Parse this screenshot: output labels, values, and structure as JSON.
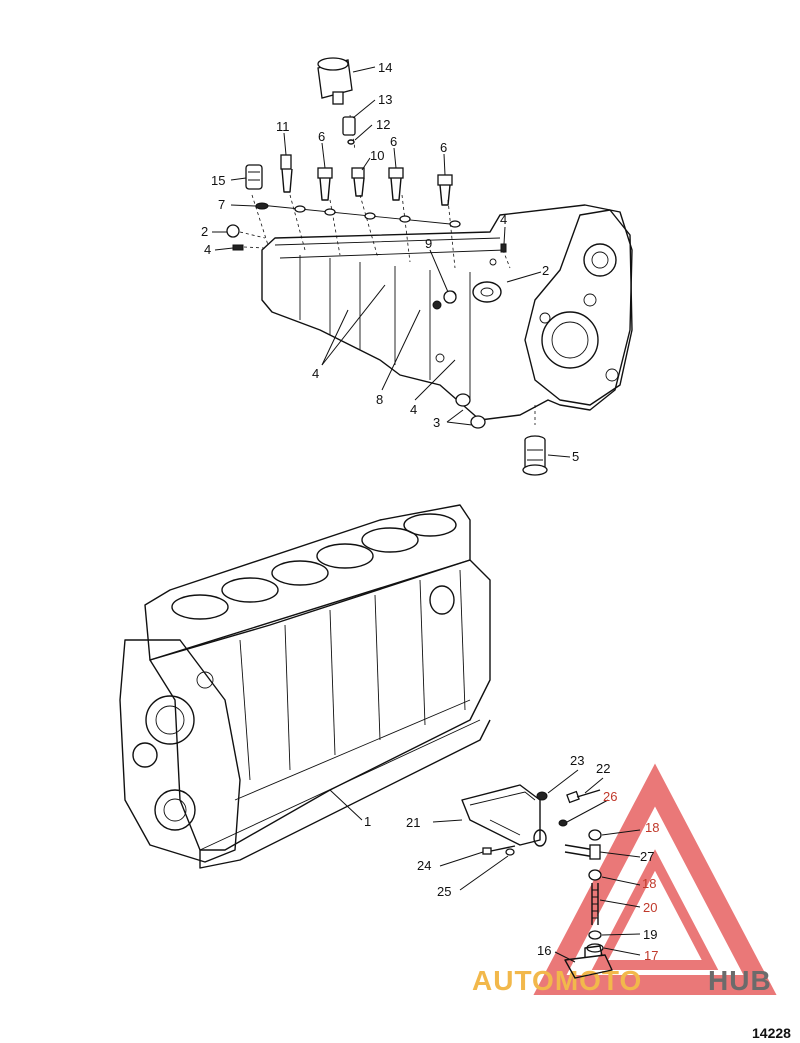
{
  "document_number": "14228",
  "watermark": {
    "brand_a": "AUTOMOTO",
    "brand_b": "HUB",
    "color_a": "#f2b84b",
    "color_b": "#6b6b6b",
    "triangle_color": "#e34b4b"
  },
  "callouts": [
    {
      "id": "c1",
      "text": "1"
    },
    {
      "id": "c2a",
      "text": "2"
    },
    {
      "id": "c2b",
      "text": "2"
    },
    {
      "id": "c3",
      "text": "3"
    },
    {
      "id": "c4a",
      "text": "4"
    },
    {
      "id": "c4b",
      "text": "4"
    },
    {
      "id": "c4c",
      "text": "4"
    },
    {
      "id": "c4d",
      "text": "4"
    },
    {
      "id": "c5",
      "text": "5"
    },
    {
      "id": "c6a",
      "text": "6"
    },
    {
      "id": "c6b",
      "text": "6"
    },
    {
      "id": "c6c",
      "text": "6"
    },
    {
      "id": "c7",
      "text": "7"
    },
    {
      "id": "c8",
      "text": "8"
    },
    {
      "id": "c9",
      "text": "9"
    },
    {
      "id": "c10",
      "text": "10"
    },
    {
      "id": "c11",
      "text": "11"
    },
    {
      "id": "c12",
      "text": "12"
    },
    {
      "id": "c13",
      "text": "13"
    },
    {
      "id": "c14",
      "text": "14"
    },
    {
      "id": "c15",
      "text": "15"
    },
    {
      "id": "c16",
      "text": "16"
    },
    {
      "id": "c17",
      "text": "17"
    },
    {
      "id": "c18a",
      "text": "18"
    },
    {
      "id": "c18b",
      "text": "18"
    },
    {
      "id": "c19",
      "text": "19"
    },
    {
      "id": "c20",
      "text": "20"
    },
    {
      "id": "c21",
      "text": "21"
    },
    {
      "id": "c22",
      "text": "22"
    },
    {
      "id": "c23",
      "text": "23"
    },
    {
      "id": "c24",
      "text": "24"
    },
    {
      "id": "c25",
      "text": "25"
    },
    {
      "id": "c26",
      "text": "26"
    },
    {
      "id": "c27",
      "text": "27"
    }
  ]
}
